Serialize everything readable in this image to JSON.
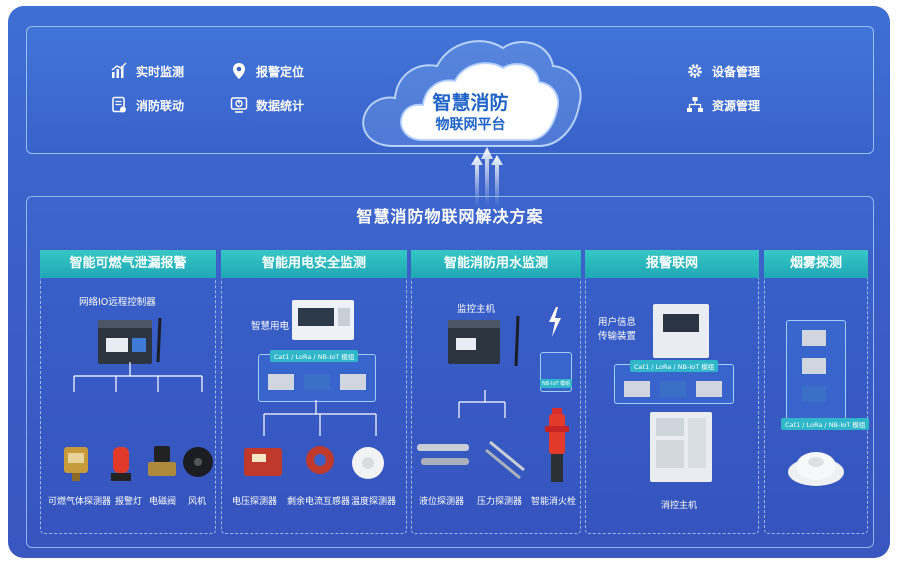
{
  "platform": {
    "cloud_line1": "智慧消防",
    "cloud_line2": "物联网平台",
    "features_left": [
      {
        "label": "实时监测",
        "icon": "realtime-monitor-icon"
      },
      {
        "label": "报警定位",
        "icon": "location-pin-icon"
      },
      {
        "label": "消防联动",
        "icon": "linkage-doc-icon"
      },
      {
        "label": "数据统计",
        "icon": "data-stats-icon"
      }
    ],
    "features_right": [
      {
        "label": "设备管理",
        "icon": "gear-icon"
      },
      {
        "label": "资源管理",
        "icon": "org-tree-icon"
      }
    ]
  },
  "solution": {
    "title": "智慧消防物联网解决方案",
    "columns": [
      {
        "title": "智能可燃气泄漏报警",
        "controller": "网络IO远程控制器",
        "devices": [
          "可燃气体探测器",
          "报警灯",
          "电磁阀",
          "风机"
        ]
      },
      {
        "title": "智能用电安全监测",
        "controller": "智慧用电",
        "module": "Cat1 / LoRa / NB-IoT 模组",
        "devices": [
          "电压探测器",
          "剩余电流互感器",
          "温度探测器"
        ]
      },
      {
        "title": "智能消防用水监测",
        "controller": "监控主机",
        "module": "NB-IoT 模组",
        "devices": [
          "液位探测器",
          "压力探测器",
          "智能消火栓"
        ]
      },
      {
        "title": "报警联网",
        "controller_line1": "用户信息",
        "controller_line2": "传输装置",
        "module": "Cat1 / LoRa / NB-IoT 模组",
        "devices": [
          "消控主机"
        ]
      },
      {
        "title": "烟雾探测",
        "module": "Cat1 / LoRa / NB-IoT 模组"
      }
    ]
  },
  "colors": {
    "board": "#3b5fc7",
    "header_teal": "#2bb8be",
    "cloud_text": "#1f63c9"
  }
}
